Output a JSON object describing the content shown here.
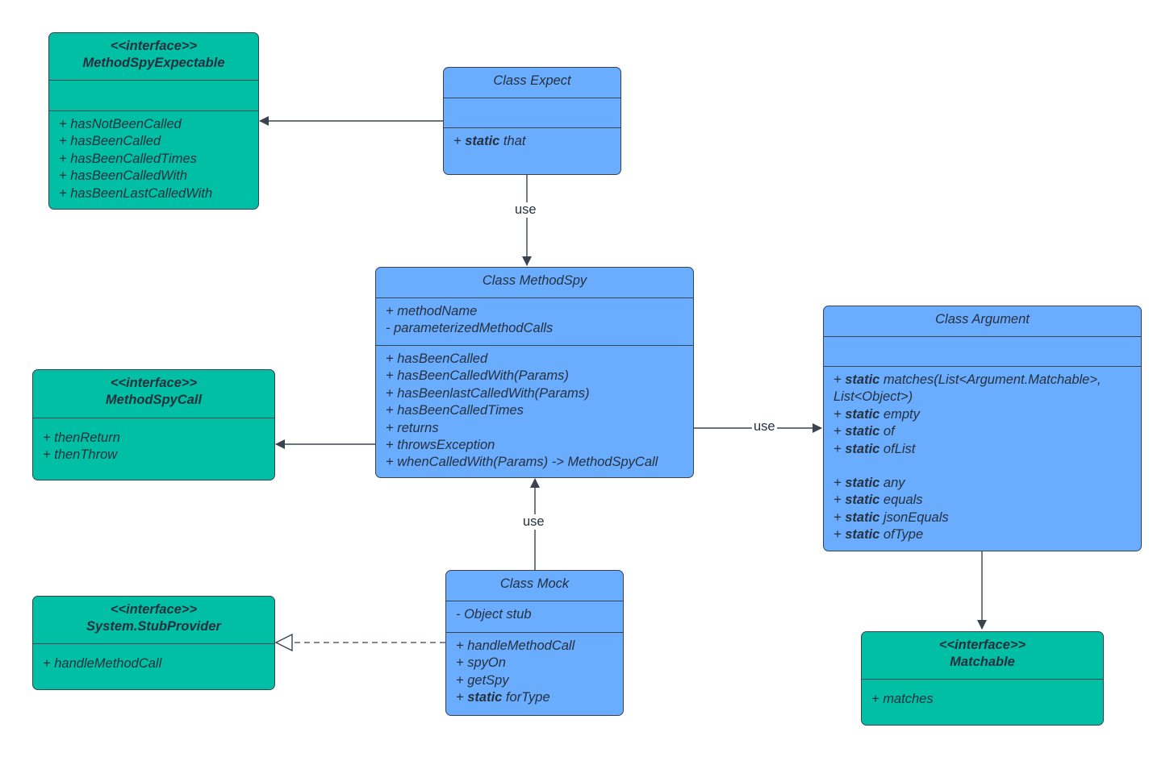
{
  "colors": {
    "interface_fill": "#00bfa5",
    "class_fill": "#6aadff",
    "stroke": "#3a4350"
  },
  "nodes": {
    "method_spy_expectable": {
      "header": [
        "<<interface>>",
        "MethodSpyExpectable"
      ],
      "attributes": [],
      "methods": [
        {
          "prefix": "+ ",
          "text": "hasNotBeenCalled"
        },
        {
          "prefix": "+ ",
          "text": "hasBeenCalled"
        },
        {
          "prefix": "+ ",
          "text": "hasBeenCalledTimes"
        },
        {
          "prefix": "+ ",
          "text": "hasBeenCalledWith"
        },
        {
          "prefix": "+ ",
          "text": "hasBeenLastCalledWith"
        }
      ]
    },
    "class_expect": {
      "header": [
        "Class Expect"
      ],
      "attributes": [],
      "methods": [
        {
          "prefix": "+ ",
          "bold": "static",
          "text": " that"
        }
      ]
    },
    "class_method_spy": {
      "header": [
        "Class MethodSpy"
      ],
      "attributes": [
        {
          "prefix": "+ ",
          "text": "methodName"
        },
        {
          "prefix": "- ",
          "text": "parameterizedMethodCalls"
        }
      ],
      "methods": [
        {
          "prefix": "+ ",
          "text": "hasBeenCalled"
        },
        {
          "prefix": "+ ",
          "text": "hasBeenCalledWith(Params)"
        },
        {
          "prefix": "+ ",
          "text": "hasBeenlastCalledWith(Params)"
        },
        {
          "prefix": "+ ",
          "text": "hasBeenCalledTimes"
        },
        {
          "prefix": "+ ",
          "text": "returns"
        },
        {
          "prefix": "+ ",
          "text": "throwsException"
        },
        {
          "prefix": "+ ",
          "text": "whenCalledWith(Params) -> MethodSpyCall"
        }
      ]
    },
    "method_spy_call": {
      "header": [
        "<<interface>>",
        "MethodSpyCall"
      ],
      "methods": [
        {
          "prefix": "+ ",
          "text": "thenReturn"
        },
        {
          "prefix": "+ ",
          "text": "thenThrow"
        }
      ]
    },
    "class_argument": {
      "header": [
        "Class Argument"
      ],
      "attributes": [],
      "methods": [
        {
          "prefix": "+ ",
          "bold": "static",
          "text": " matches(List<Argument.Matchable>,"
        },
        {
          "prefix": "",
          "text": "List<Object>)"
        },
        {
          "prefix": "+ ",
          "bold": "static",
          "text": " empty"
        },
        {
          "prefix": "+ ",
          "bold": "static",
          "text": " of"
        },
        {
          "prefix": "+ ",
          "bold": "static",
          "text": " ofList"
        },
        {
          "gap": true
        },
        {
          "prefix": "+ ",
          "bold": "static",
          "text": " any"
        },
        {
          "prefix": "+ ",
          "bold": "static",
          "text": " equals"
        },
        {
          "prefix": "+ ",
          "bold": "static",
          "text": " jsonEquals"
        },
        {
          "prefix": "+ ",
          "bold": "static",
          "text": " ofType"
        }
      ]
    },
    "stub_provider": {
      "header": [
        "<<interface>>",
        "System.StubProvider"
      ],
      "methods": [
        {
          "prefix": "+ ",
          "text": "handleMethodCall"
        }
      ]
    },
    "class_mock": {
      "header": [
        "Class Mock"
      ],
      "attributes": [
        {
          "prefix": "- ",
          "text": "Object stub"
        }
      ],
      "methods": [
        {
          "prefix": "+ ",
          "text": "handleMethodCall"
        },
        {
          "prefix": "+ ",
          "text": "spyOn"
        },
        {
          "prefix": "+ ",
          "text": "getSpy"
        },
        {
          "prefix": "+ ",
          "bold": "static",
          "text": " forType"
        }
      ]
    },
    "matchable": {
      "header": [
        "<<interface>>",
        "Matchable"
      ],
      "methods": [
        {
          "prefix": "+ ",
          "text": "matches"
        }
      ]
    }
  },
  "edge_labels": {
    "expect_to_spy": "use",
    "spy_to_argument": "use",
    "mock_to_spy": "use"
  }
}
